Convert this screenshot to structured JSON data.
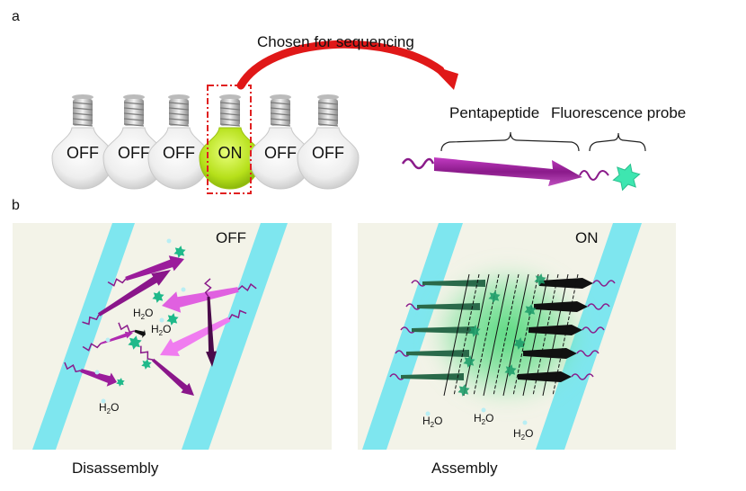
{
  "panel_a": {
    "label": "a",
    "bulbs": [
      {
        "state": "OFF",
        "lit": false
      },
      {
        "state": "OFF",
        "lit": false
      },
      {
        "state": "OFF",
        "lit": false
      },
      {
        "state": "ON",
        "lit": true
      },
      {
        "state": "OFF",
        "lit": false
      },
      {
        "state": "OFF",
        "lit": false
      }
    ],
    "arrow_label": "Chosen for sequencing",
    "pentapeptide_label": "Pentapeptide",
    "probe_label": "Fluorescence probe",
    "colors": {
      "selection_box": "#e02020",
      "arrow": "#e01818",
      "lit_bulb": "#b6e01a",
      "peptide": "#a020a0",
      "probe": "#3ee6b0"
    }
  },
  "panel_b": {
    "label": "b",
    "left": {
      "state": "OFF",
      "caption": "Disassembly",
      "water": [
        "H",
        "2",
        "O"
      ]
    },
    "right": {
      "state": "ON",
      "caption": "Assembly",
      "water": [
        "H",
        "2",
        "O"
      ]
    },
    "colors": {
      "background": "#f3f3e8",
      "membrane": "#7ee6ef",
      "glow": "#39d36a"
    }
  }
}
